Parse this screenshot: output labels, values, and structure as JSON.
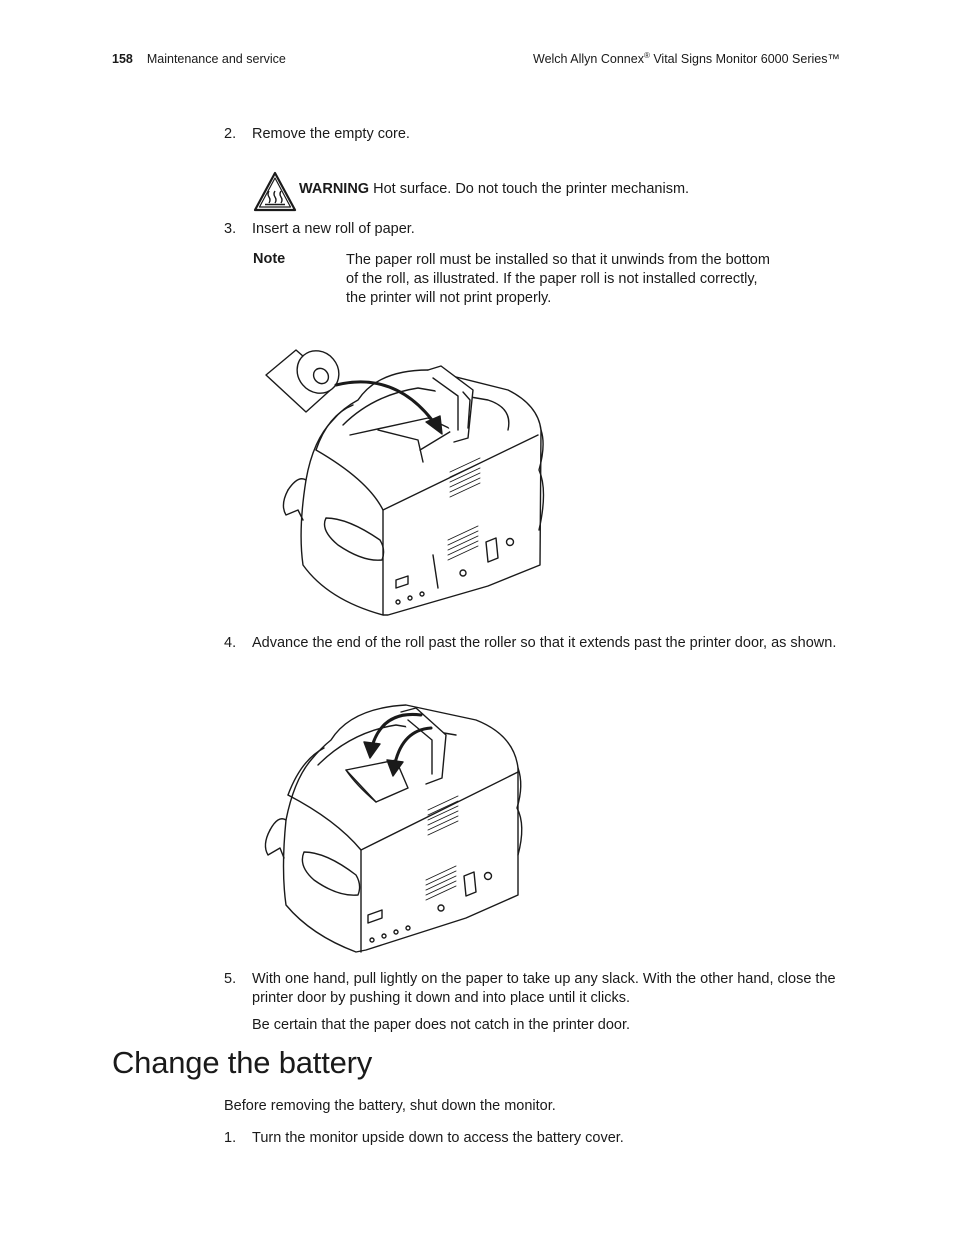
{
  "header": {
    "page_number": "158",
    "section": "Maintenance and service",
    "product_prefix": "Welch Allyn Connex",
    "registered_mark": "®",
    "product_suffix": " Vital Signs Monitor 6000 Series™"
  },
  "steps": {
    "s2": {
      "num": "2.",
      "text": "Remove the empty core."
    },
    "s3": {
      "num": "3.",
      "text": "Insert a new roll of paper."
    },
    "s4": {
      "num": "4.",
      "text": "Advance the end of the roll past the roller so that it extends past the printer door, as shown."
    },
    "s5": {
      "num": "5.",
      "text": "With one hand, pull lightly on the paper to take up any slack. With the other hand, close the printer door by pushing it down and into place until it clicks."
    }
  },
  "warning": {
    "label": "WARNING",
    "text": " Hot surface. Do not touch the printer mechanism.",
    "icon": "hot-surface-icon"
  },
  "note": {
    "label": "Note",
    "text": "The paper roll must be installed so that it unwinds from the bottom of the roll, as illustrated. If the paper roll is not installed correctly, the printer will not print properly."
  },
  "step5_followup": "Be certain that the paper does not catch in the printer door.",
  "section": {
    "title": "Change the battery",
    "intro": "Before removing the battery, shut down the monitor.",
    "step1": {
      "num": "1.",
      "text": "Turn the monitor upside down to access the battery cover."
    }
  },
  "colors": {
    "text": "#1a1a1a",
    "background": "#ffffff"
  }
}
